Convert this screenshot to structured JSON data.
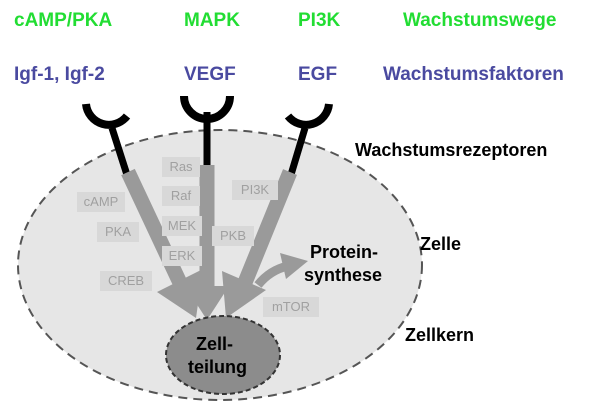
{
  "pathways": [
    "cAMP/PKA",
    "MAPK",
    "PI3K",
    "Wachstumswege"
  ],
  "factors": [
    "Igf-1, Igf-2",
    "VEGF",
    "EGF",
    "Wachstumsfaktoren"
  ],
  "labels": {
    "receptors": "Wachstumsrezeptoren",
    "cell": "Zelle",
    "nucleus": "Zellkern",
    "protein_line1": "Protein-",
    "protein_line2": "synthese",
    "division_line1": "Zell-",
    "division_line2": "teilung"
  },
  "molecules": {
    "camp": "cAMP",
    "pka": "PKA",
    "creb": "CREB",
    "ras": "Ras",
    "raf": "Raf",
    "mek": "MEK",
    "erk": "ERK",
    "pi3k": "PI3K",
    "pkb": "PKB",
    "mtor": "mTOR"
  },
  "colors": {
    "pathway_text": "#22dd33",
    "factor_text": "#4a4aa0",
    "cell_fill": "#e6e6e6",
    "nucleus_fill": "#8c8c8c",
    "arrow": "#9a9a9a"
  }
}
